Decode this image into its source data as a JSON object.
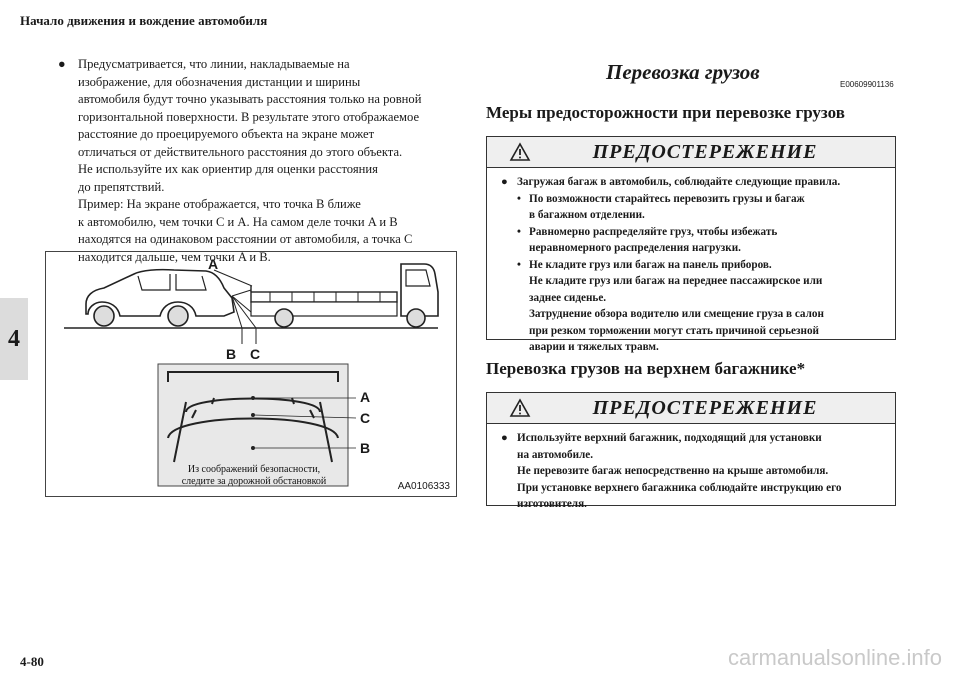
{
  "header": {
    "title": "Начало движения и вождение автомобиля"
  },
  "chapter_tab": "4",
  "left_text": {
    "bullet": "●",
    "lines": [
      "Предусматривается, что линии, накладываемые на",
      "изображение, для обозначения дистанции и ширины",
      "автомобиля будут точно указывать расстояния только на ровной",
      "горизонтальной поверхности. В результате этого отображаемое",
      "расстояние до проецируемого объекта на экране может",
      "отличаться от действительного расстояния до этого объекта.",
      "Не используйте их как ориентир для оценки расстояния",
      "до препятствий.",
      "Пример: На экране отображается, что точка B ближе",
      "к автомобилю, чем точки C и A. На самом деле точки A и B",
      "находятся на одинаковом расстоянии от автомобиля, а точка C",
      "находится дальше, чем точки A и B."
    ]
  },
  "figure": {
    "label_a_top": "A",
    "label_b": "B",
    "label_c": "C",
    "label_a_screen": "A",
    "label_c_screen": "C",
    "label_b_screen": "B",
    "caption_line1": "Из соображений безопасности,",
    "caption_line2": "следите за дорожной обстановкой",
    "code": "AA0106333"
  },
  "section": {
    "title": "Перевозка грузов",
    "code": "E00609901136"
  },
  "subsection1": {
    "title": "Меры предосторожности при перевозке грузов"
  },
  "warning1": {
    "title": "ПРЕДОСТЕРЕЖЕНИЕ",
    "main_bullet": "●",
    "main": "Загружая багаж в автомобиль, соблюдайте следующие правила.",
    "sub_bullet": "•",
    "items": [
      {
        "lines": [
          "По возможности старайтесь перевозить грузы и багаж",
          "в багажном отделении."
        ]
      },
      {
        "lines": [
          "Равномерно распределяйте груз, чтобы избежать",
          "неравномерного распределения нагрузки."
        ]
      },
      {
        "lines": [
          "Не кладите груз или багаж на панель приборов.",
          "Не кладите груз или багаж на переднее пассажирское или",
          "заднее сиденье.",
          "Затруднение обзора водителю или смещение груза в салон",
          "при резком торможении могут стать причиной серьезной",
          "аварии и тяжелых травм."
        ]
      }
    ]
  },
  "subsection2": {
    "title": "Перевозка грузов на верхнем багажнике*"
  },
  "warning2": {
    "title": "ПРЕДОСТЕРЕЖЕНИЕ",
    "bullet": "●",
    "lines": [
      "Используйте верхний багажник, подходящий для установки",
      "на автомобиле.",
      "Не перевозите багаж непосредственно на крыше автомобиля.",
      "При установке верхнего багажника соблюдайте инструкцию его",
      "изготовителя."
    ]
  },
  "footer": {
    "page": "4-80",
    "watermark": "carmanualsonline.info"
  }
}
